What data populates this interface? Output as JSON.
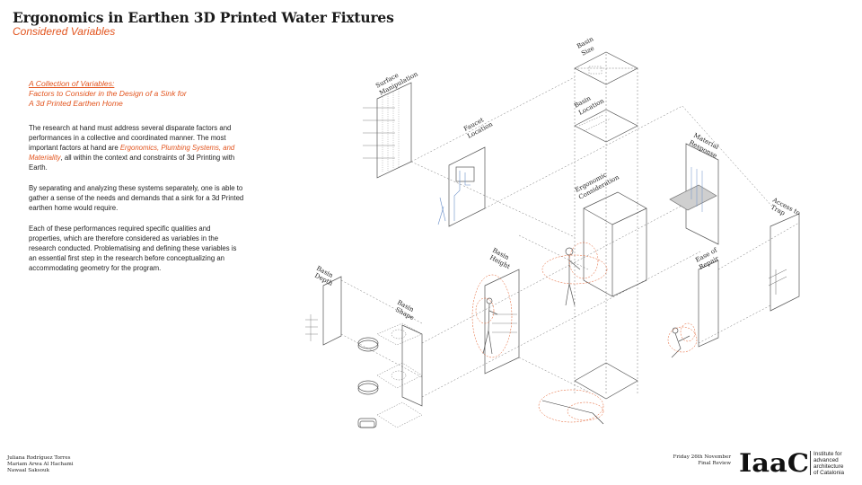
{
  "header": {
    "title": "Ergonomics in Earthen 3D Printed Water Fixtures",
    "subtitle": "Considered Variables"
  },
  "panel": {
    "heading_line1": "A Collection of Variables:",
    "heading_line2": "Factors to Consider in the Design of a Sink for",
    "heading_line3": "A 3d Printed Earthen Home",
    "p1_before": "The research at hand must address several disparate factors and performances in a collective and coordinated manner. The most important factors at hand are ",
    "p1_emph": "Ergonomics, Plumbing Systems, and Materiality",
    "p1_after": ", all within the context and constraints of 3d Printing with Earth.",
    "p2": "By separating and analyzing these systems separately, one is able to gather a sense of the needs and demands that a sink for a 3d Printed earthen home would require.",
    "p3": "Each of these performances required specific qualities and properties, which are therefore considered as variables in the research conducted. Problematising and defining these variables is an essential first step in the research before conceptualizing an accommodating geometry for the program."
  },
  "diagram": {
    "labels": {
      "basin_size_1": "Basin",
      "basin_size_2": "Size",
      "basin_location_1": "Basin",
      "basin_location_2": "Location",
      "surface_1": "Surface",
      "surface_2": "Manipulation",
      "faucet_1": "Faucet",
      "faucet_2": "Location",
      "material_1": "Material",
      "material_2": "Response",
      "ergonomic_1": "Ergonomic",
      "ergonomic_2": "Consideration",
      "access_1": "Access to",
      "access_2": "Trap",
      "basin_height_1": "Basin",
      "basin_height_2": "Height",
      "ease_1": "Ease of",
      "ease_2": "Repair",
      "basin_depth_1": "Basin",
      "basin_depth_2": "Depth",
      "basin_shape_1": "Basin",
      "basin_shape_2": "Shape"
    },
    "colors": {
      "accent": "#e2541e",
      "line": "#555555",
      "blue": "#6a8fc8"
    }
  },
  "footer": {
    "author1": "Juliana Rodríguez Torres",
    "author2": "Mariam Arwa Al Hachami",
    "author3": "Nawaal Saksouk",
    "date_line1": "Friday 26th November",
    "date_line2": "Final Review",
    "logo_text": "IaaC",
    "inst_line1": "Institute for",
    "inst_line2": "advanced",
    "inst_line3": "architecture",
    "inst_line4": "of Catalonia"
  }
}
